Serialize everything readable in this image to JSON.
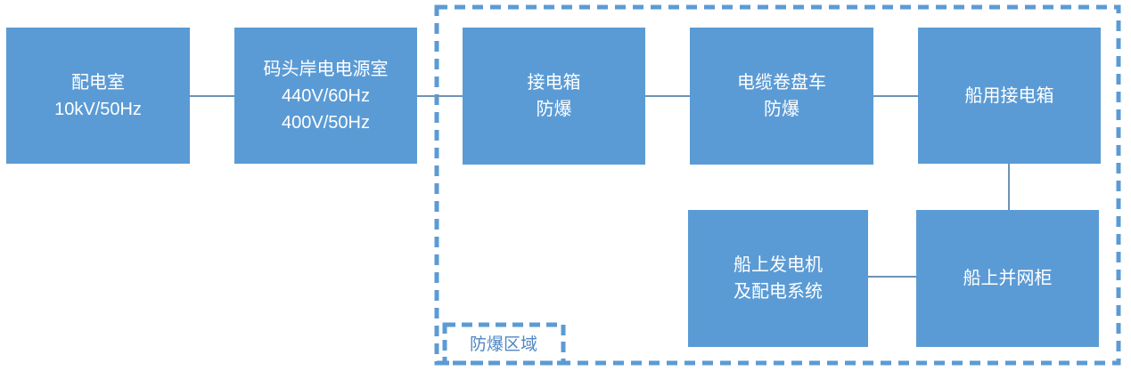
{
  "diagram": {
    "title_implicit": "",
    "boxes": [
      {
        "id": "power-distribution-room",
        "lines": [
          "配电室",
          "10kV/50Hz"
        ]
      },
      {
        "id": "shore-power-supply-room",
        "lines": [
          "码头岸电电源室",
          "440V/60Hz",
          "400V/50Hz"
        ]
      },
      {
        "id": "connection-box-explosion-proof",
        "lines": [
          "接电箱",
          "防爆"
        ]
      },
      {
        "id": "cable-reel-truck-explosion-proof",
        "lines": [
          "电缆卷盘车",
          "防爆"
        ]
      },
      {
        "id": "ship-connection-box",
        "lines": [
          "船用接电箱"
        ]
      },
      {
        "id": "ship-generator-and-distribution",
        "lines": [
          "船上发电机",
          "及配电系统"
        ]
      },
      {
        "id": "ship-grid-connection-cabinet",
        "lines": [
          "船上并网柜"
        ]
      }
    ],
    "zone": {
      "label": "防爆区域"
    },
    "colors": {
      "box_fill": "#5b9bd5",
      "box_text": "#ffffff",
      "connector": "#6e93b5",
      "zone_dashed_border": "#5b9bd5",
      "zone_label_text": "#4f87c5",
      "background": "#ffffff"
    }
  }
}
